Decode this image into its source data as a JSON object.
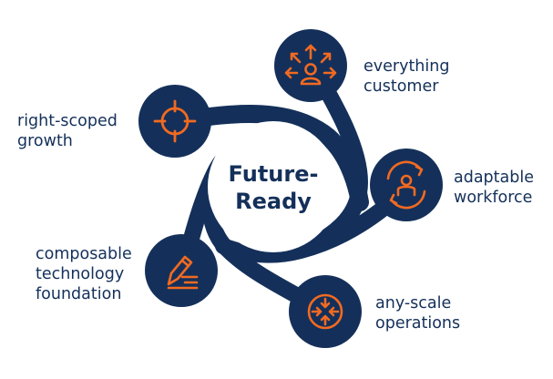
{
  "center": {
    "line1": "Future-",
    "line2": "Ready"
  },
  "nodes": [
    {
      "id": "everything-customer",
      "line1": "everything",
      "line2": "customer",
      "line3": "",
      "icon": "customer-arrows-icon"
    },
    {
      "id": "adaptable-workforce",
      "line1": "adaptable",
      "line2": "workforce",
      "line3": "",
      "icon": "workforce-cycle-icon"
    },
    {
      "id": "any-scale-operations",
      "line1": "any-scale",
      "line2": "operations",
      "line3": "",
      "icon": "scale-arrows-icon"
    },
    {
      "id": "composable-technology-foundation",
      "line1": "composable",
      "line2": "technology",
      "line3": "foundation",
      "icon": "pencil-list-icon"
    },
    {
      "id": "right-scoped-growth",
      "line1": "right-scoped",
      "line2": "growth",
      "line3": "",
      "icon": "target-crosshair-icon"
    }
  ],
  "colors": {
    "navy": "#14305a",
    "orange": "#f26a21",
    "white": "#ffffff"
  }
}
